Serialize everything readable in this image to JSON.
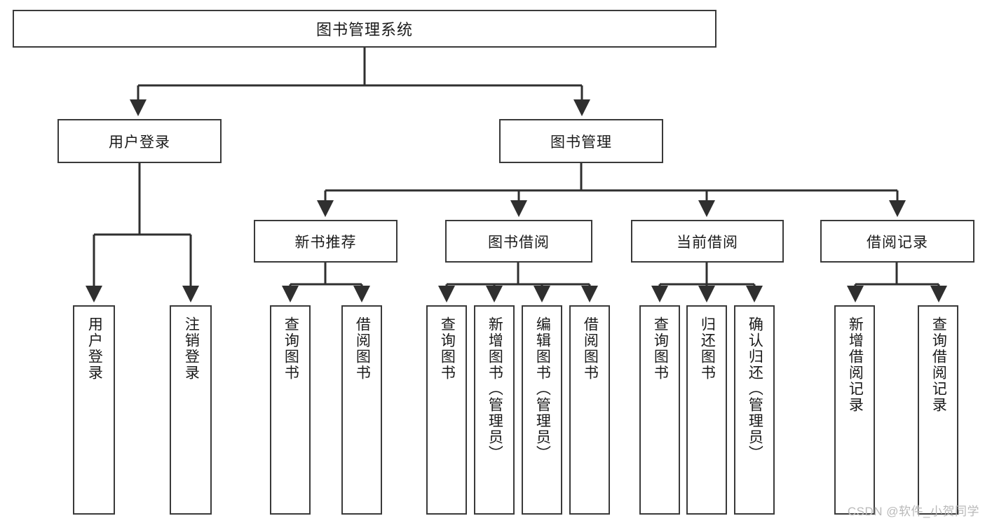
{
  "diagram": {
    "title": "图书管理系统",
    "type": "hierarchy-tree",
    "colors": {
      "box_border": "#3a3a3a",
      "box_fill": "#ffffff",
      "edge": "#2f2f2f",
      "text": "#1a1a1a",
      "watermark": "#b9b9b9"
    },
    "levels": {
      "level0": [
        {
          "id": "root",
          "label": "图书管理系统",
          "orientation": "horizontal"
        }
      ],
      "level1": [
        {
          "id": "user-login",
          "label": "用户登录",
          "orientation": "horizontal"
        },
        {
          "id": "book-manage",
          "label": "图书管理",
          "orientation": "horizontal"
        }
      ],
      "level2": [
        {
          "id": "new-book-recommend",
          "label": "新书推荐",
          "orientation": "horizontal",
          "parent": "book-manage"
        },
        {
          "id": "book-borrow",
          "label": "图书借阅",
          "orientation": "horizontal",
          "parent": "book-manage"
        },
        {
          "id": "current-borrow",
          "label": "当前借阅",
          "orientation": "horizontal",
          "parent": "book-manage"
        },
        {
          "id": "borrow-record",
          "label": "借阅记录",
          "orientation": "horizontal",
          "parent": "book-manage"
        }
      ],
      "level3": [
        {
          "id": "leaf-user-login",
          "label": "用户登录",
          "orientation": "vertical",
          "parent": "user-login"
        },
        {
          "id": "leaf-user-logout",
          "label": "注销登录",
          "orientation": "vertical",
          "parent": "user-login"
        },
        {
          "id": "leaf-query-book-1",
          "label": "查询图书",
          "orientation": "vertical",
          "parent": "new-book-recommend"
        },
        {
          "id": "leaf-borrow-book-1",
          "label": "借阅图书",
          "orientation": "vertical",
          "parent": "new-book-recommend"
        },
        {
          "id": "leaf-query-book-2",
          "label": "查询图书",
          "orientation": "vertical",
          "parent": "book-borrow"
        },
        {
          "id": "leaf-add-book",
          "label": "新增图书（管理员）",
          "orientation": "vertical",
          "parent": "book-borrow"
        },
        {
          "id": "leaf-edit-book",
          "label": "编辑图书（管理员）",
          "orientation": "vertical",
          "parent": "book-borrow"
        },
        {
          "id": "leaf-borrow-book-2",
          "label": "借阅图书",
          "orientation": "vertical",
          "parent": "book-borrow"
        },
        {
          "id": "leaf-query-book-3",
          "label": "查询图书",
          "orientation": "vertical",
          "parent": "current-borrow"
        },
        {
          "id": "leaf-return-book",
          "label": "归还图书",
          "orientation": "vertical",
          "parent": "current-borrow"
        },
        {
          "id": "leaf-confirm-return",
          "label": "确认归还（管理员）",
          "orientation": "vertical",
          "parent": "current-borrow"
        },
        {
          "id": "leaf-add-record",
          "label": "新增借阅记录",
          "orientation": "vertical",
          "parent": "borrow-record"
        },
        {
          "id": "leaf-query-record",
          "label": "查询借阅记录",
          "orientation": "vertical",
          "parent": "borrow-record"
        }
      ]
    }
  },
  "watermark": {
    "text": "CSDN @软件_小贺同学"
  }
}
